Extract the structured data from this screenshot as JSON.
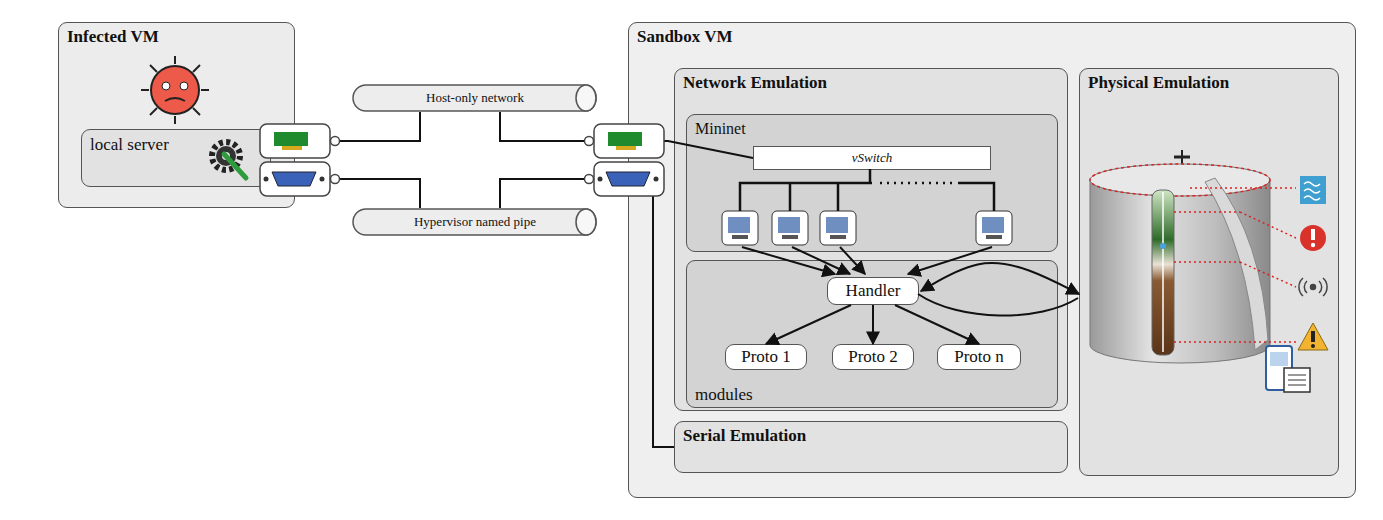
{
  "diagram": {
    "nodes": [
      {
        "text": [
          "Infected VM"
        ]
      },
      {
        "text": [
          "local server"
        ],
        "in": 0
      },
      {
        "text": [
          "Host-only network"
        ]
      },
      {
        "text": [
          "Hypervisor named pipe"
        ]
      },
      {
        "text": [
          "Sandbox VM"
        ]
      },
      {
        "text": [
          "Network Emulation"
        ],
        "in": 4
      },
      {
        "text": [
          "Mininet"
        ],
        "in": 5
      },
      {
        "text": [
          "vSwitch"
        ],
        "in": 6
      },
      {
        "text": [
          "modules"
        ],
        "in": 5
      },
      {
        "text": [
          "Handler"
        ],
        "in": 8
      },
      {
        "text": [
          "Proto 1"
        ],
        "in": 8
      },
      {
        "text": [
          "Proto 2"
        ],
        "in": 8
      },
      {
        "text": [
          "Proto n"
        ],
        "in": 8
      },
      {
        "text": [
          "Serial Emulation"
        ],
        "in": 4
      },
      {
        "text": [
          "Physical Emulation"
        ],
        "in": 4
      }
    ],
    "edges": [
      {
        "from": 0,
        "to": 2,
        "arrow": "none"
      },
      {
        "from": 2,
        "to": 7,
        "arrow": "none"
      },
      {
        "from": 0,
        "to": 3,
        "arrow": "none"
      },
      {
        "from": 3,
        "to": 13,
        "arrow": "none"
      },
      {
        "from": 9,
        "to": 10,
        "arrow": "to"
      },
      {
        "from": 9,
        "to": 11,
        "arrow": "to"
      },
      {
        "from": 9,
        "to": 12,
        "arrow": "to"
      },
      {
        "from": 9,
        "to": 14,
        "arrow": "both"
      }
    ]
  }
}
